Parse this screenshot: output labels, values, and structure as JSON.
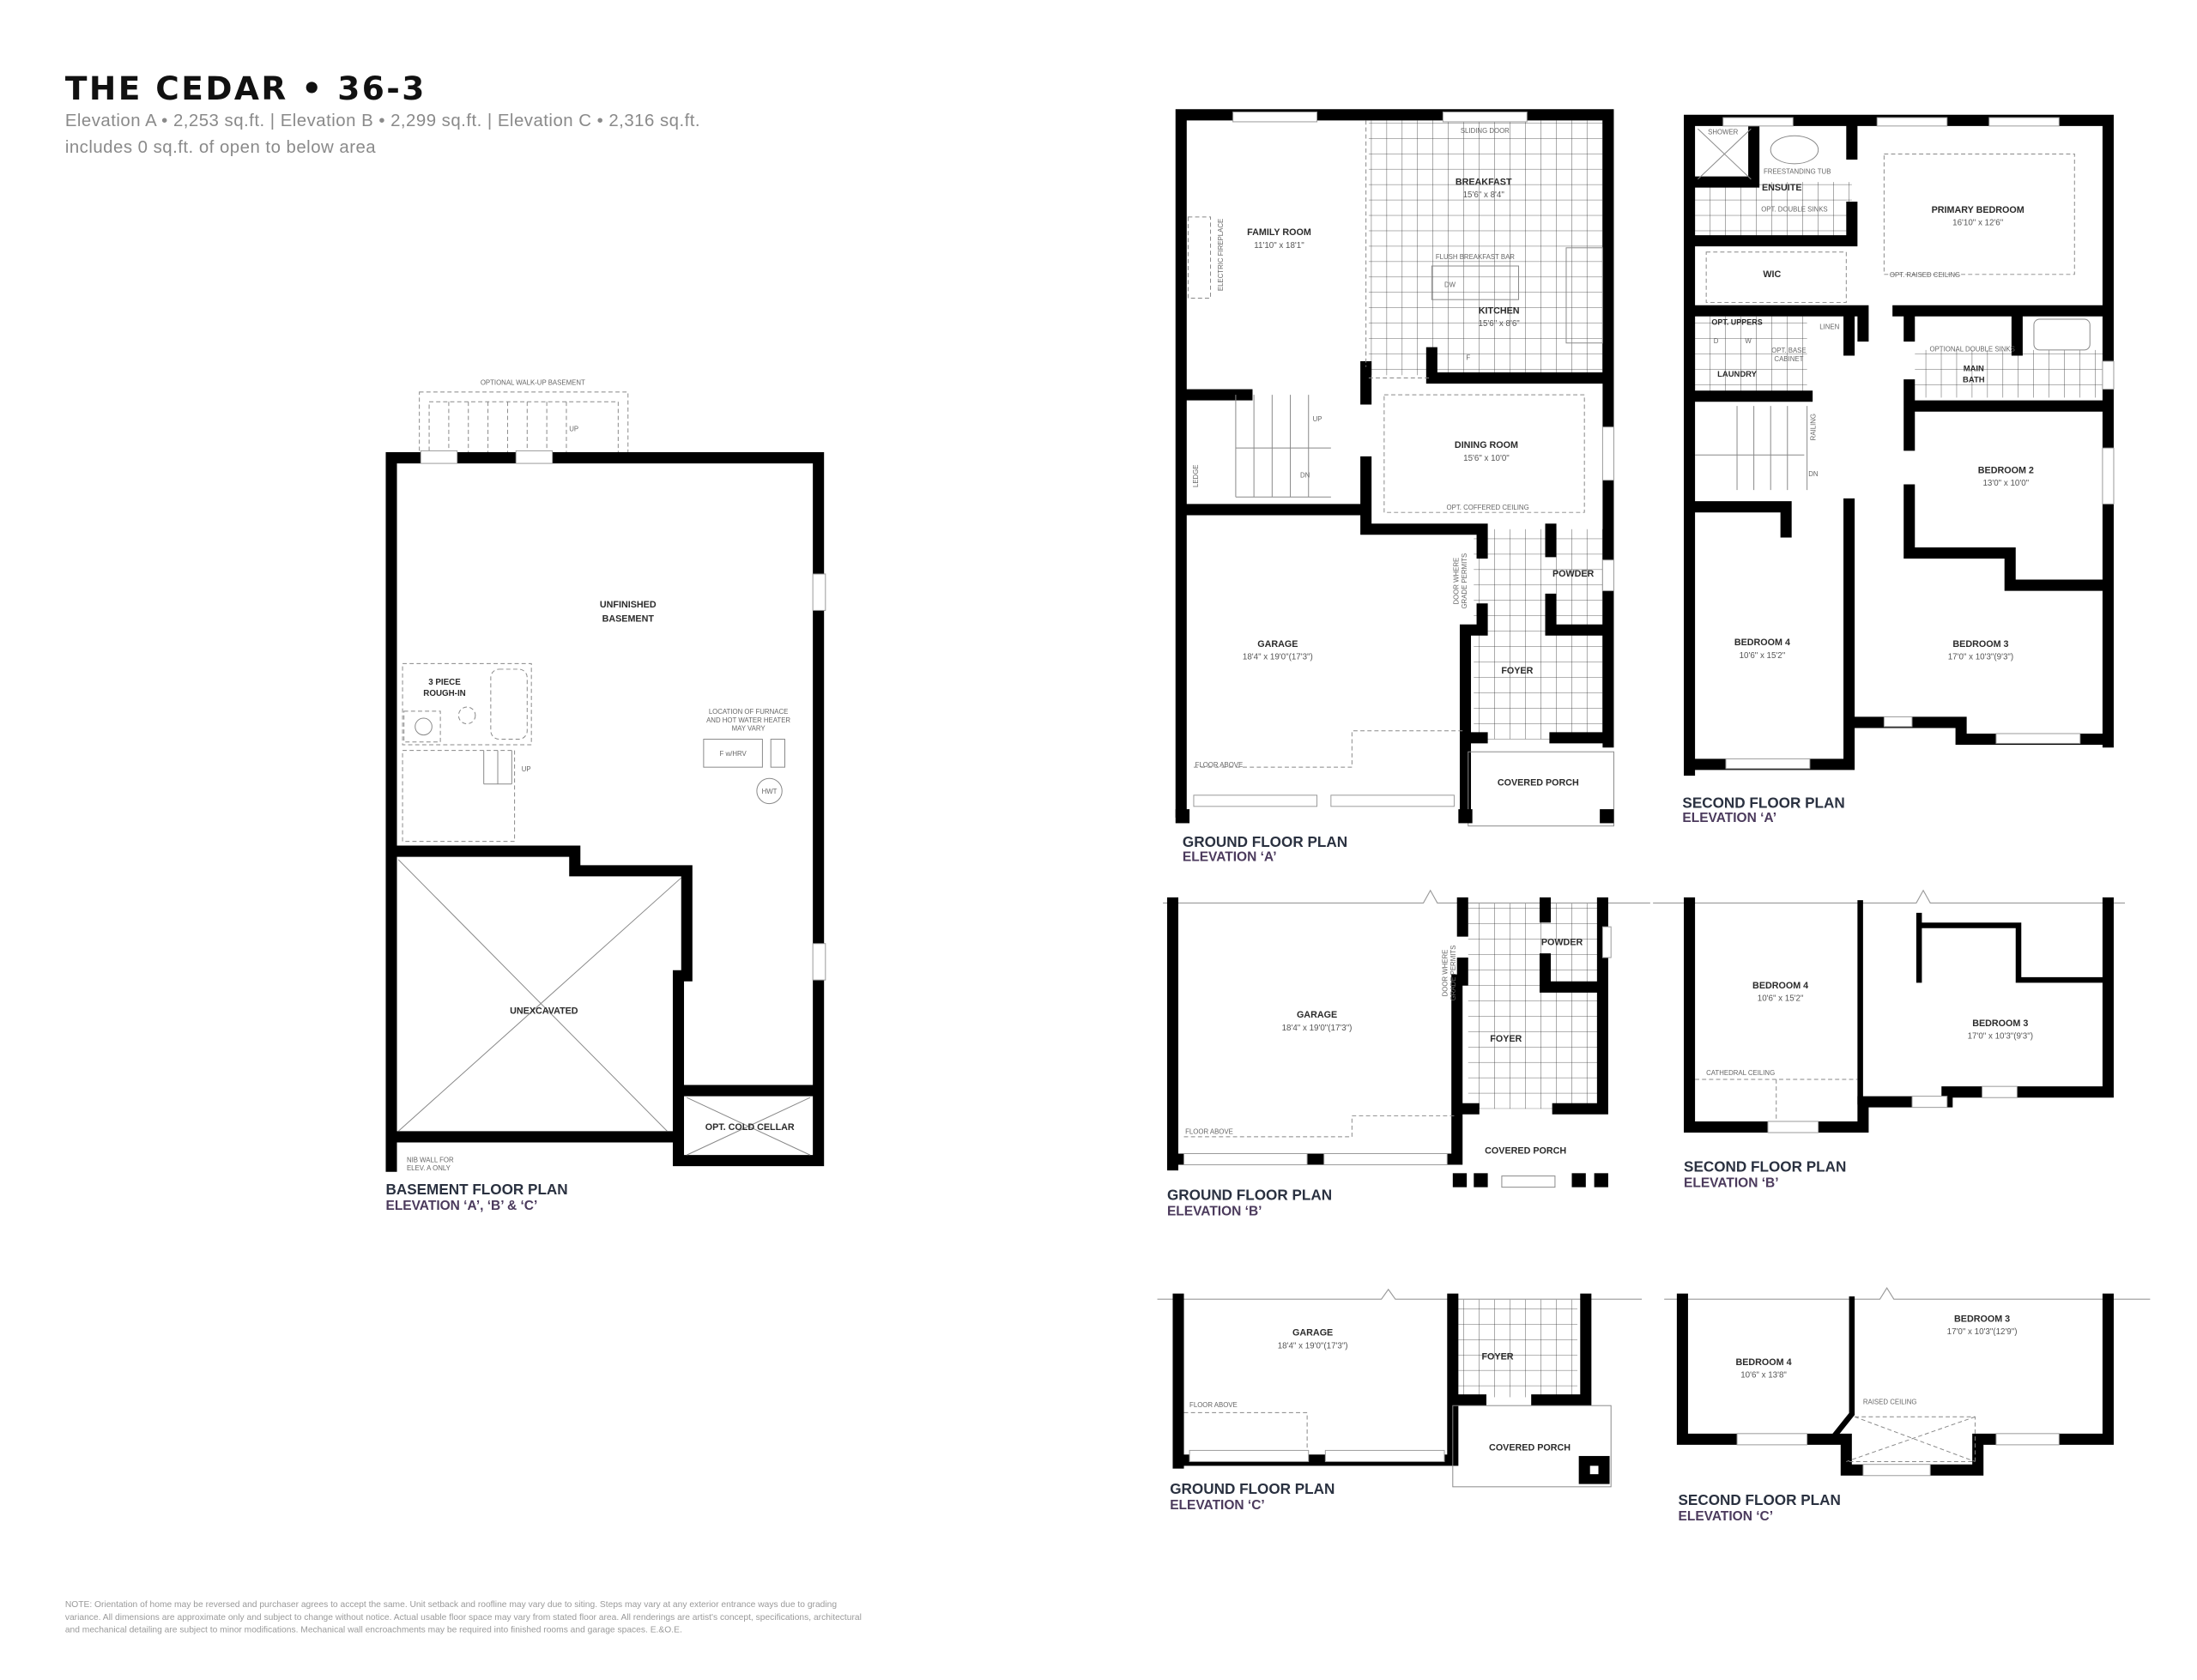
{
  "header": {
    "title": "THE CEDAR • 36-3",
    "subtitle_line1": "Elevation A • 2,253 sq.ft.  |  Elevation B • 2,299 sq.ft.  |  Elevation C • 2,316 sq.ft.",
    "subtitle_line2": "includes 0 sq.ft. of open to below area"
  },
  "basement": {
    "title": "BASEMENT FLOOR PLAN",
    "elevation": "ELEVATION ‘A’, ‘B’ & ‘C’",
    "walkup": "OPTIONAL WALK-UP BASEMENT",
    "up1": "UP",
    "up2": "UP",
    "unfinished_1": "UNFINISHED",
    "unfinished_2": "BASEMENT",
    "roughin_1": "3 PIECE",
    "roughin_2": "ROUGH-IN",
    "furnace_1": "LOCATION OF FURNACE",
    "furnace_2": "AND HOT WATER HEATER",
    "furnace_3": "MAY VARY",
    "furnace_box": "F w/HRV",
    "hwt": "HWT",
    "unexcavated": "UNEXCAVATED",
    "cold_cellar": "OPT. COLD CELLAR",
    "nib_1": "NIB WALL FOR",
    "nib_2": "ELEV. A ONLY"
  },
  "ground_a": {
    "title": "GROUND FLOOR PLAN",
    "elevation": "ELEVATION ‘A’",
    "family_room": "FAMILY ROOM",
    "family_room_dim": "11'10\" x 18'1\"",
    "fireplace": "ELECTRIC FIREPLACE",
    "sliding_door": "SLIDING DOOR",
    "breakfast": "BREAKFAST",
    "breakfast_dim": "15'6\" x 8'4\"",
    "breakfast_bar": "FLUSH BREAKFAST BAR",
    "dw": "DW",
    "fridge": "F",
    "kitchen": "KITCHEN",
    "kitchen_dim": "15'6\" x 8'6\"",
    "dining": "DINING ROOM",
    "dining_dim": "15'6\" x 10'0\"",
    "coffered": "OPT. COFFERED CEILING",
    "up": "UP",
    "dn": "DN",
    "ledge": "LEDGE",
    "garage": "GARAGE",
    "garage_dim": "18'4\" x 19'0\"(17'3\")",
    "door_grade_1": "DOOR WHERE",
    "door_grade_2": "GRADE PERMITS",
    "powder": "POWDER",
    "foyer": "FOYER",
    "floor_above": "FLOOR ABOVE",
    "porch": "COVERED PORCH"
  },
  "second_a": {
    "title": "SECOND FLOOR PLAN",
    "elevation": "ELEVATION ‘A’",
    "shower": "SHOWER",
    "tub": "FREESTANDING TUB",
    "ensuite": "ENSUITE",
    "ens_sinks": "OPT. DOUBLE SINKS",
    "primary": "PRIMARY BEDROOM",
    "primary_dim": "16'10\" x 12'6\"",
    "raised": "OPT. RAISED CEILING",
    "wic": "WIC",
    "uppers": "OPT. UPPERS",
    "d": "D",
    "w": "W",
    "base_1": "OPT. BASE",
    "base_2": "CABINET",
    "linen": "LINEN",
    "laundry": "LAUNDRY",
    "bath_sinks": "OPTIONAL DOUBLE SINKS",
    "main_1": "MAIN",
    "main_2": "BATH",
    "railing": "RAILING",
    "dn": "DN",
    "bed2": "BEDROOM 2",
    "bed2_dim": "13'0\" x 10'0\"",
    "bed4": "BEDROOM 4",
    "bed4_dim": "10'6\" x 15'2\"",
    "bed3": "BEDROOM 3",
    "bed3_dim": "17'0\" x 10'3\"(9'3\")"
  },
  "ground_b": {
    "title": "GROUND FLOOR PLAN",
    "elevation": "ELEVATION ‘B’",
    "garage": "GARAGE",
    "garage_dim": "18'4\" x 19'0\"(17'3\")",
    "door_grade_1": "DOOR WHERE",
    "door_grade_2": "GRADE PERMITS",
    "powder": "POWDER",
    "foyer": "FOYER",
    "floor_above": "FLOOR ABOVE",
    "porch": "COVERED PORCH"
  },
  "second_b": {
    "title": "SECOND FLOOR PLAN",
    "elevation": "ELEVATION ‘B’",
    "bed4": "BEDROOM 4",
    "bed4_dim": "10'6\" x 15'2\"",
    "cathedral": "CATHEDRAL CEILING",
    "bed3": "BEDROOM 3",
    "bed3_dim": "17'0\" x 10'3\"(9'3\")"
  },
  "ground_c": {
    "title": "GROUND FLOOR PLAN",
    "elevation": "ELEVATION ‘C’",
    "garage": "GARAGE",
    "garage_dim": "18'4\" x 19'0\"(17'3\")",
    "foyer": "FOYER",
    "floor_above": "FLOOR ABOVE",
    "porch": "COVERED PORCH"
  },
  "second_c": {
    "title": "SECOND FLOOR PLAN",
    "elevation": "ELEVATION ‘C’",
    "bed3": "BEDROOM 3",
    "bed3_dim": "17'0\" x 10'3\"(12'9\")",
    "bed4": "BEDROOM 4",
    "bed4_dim": "10'6\" x 13'8\"",
    "raised": "RAISED CEILING"
  },
  "footnote": {
    "line1": "NOTE: Orientation of home may be reversed and purchaser agrees to accept the same. Unit setback and roofline may vary due to siting. Steps may vary at any exterior entrance ways due to grading",
    "line2": "variance. All dimensions are approximate only and subject to change without notice. Actual usable floor space may vary from stated floor area. All renderings are artist's concept, specifications, architectural",
    "line3": "and mechanical detailing are subject to minor modifications. Mechanical wall encroachments may be required into finished rooms and garage spaces.  E.&O.E."
  },
  "colors": {
    "wall": "#000000",
    "plan_title": "#2a3140",
    "elevation_label": "#4b3a5c",
    "subtitle": "#8a8a8a"
  }
}
